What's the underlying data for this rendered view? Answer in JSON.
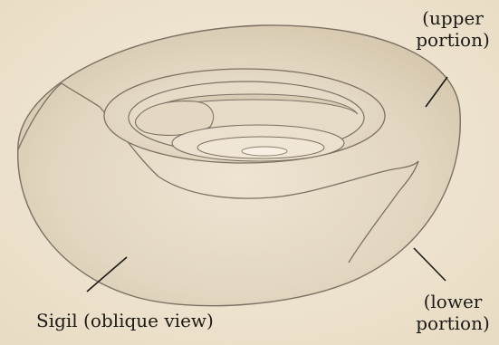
{
  "labels": {
    "upper_line1": "(upper",
    "upper_line2": "portion)",
    "lower_line1": "(lower",
    "lower_line2": "portion)",
    "sigil": "Sigil (oblique view)"
  },
  "colors": {
    "background": "#f1e8d6",
    "stone_fill": "#e7dcc8",
    "line": "#7c7062",
    "text": "#1c1a16"
  }
}
